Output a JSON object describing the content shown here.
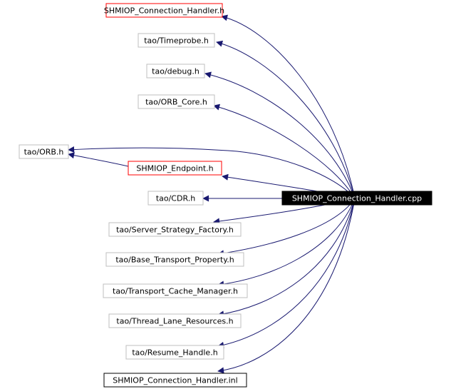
{
  "diagram": {
    "source": "SHMIOP_Connection_Handler.cpp",
    "nodes": [
      {
        "id": "shmiop_connection_handler_h",
        "label": "SHMIOP_Connection_Handler.h",
        "style": "red"
      },
      {
        "id": "tao_timeprobe_h",
        "label": "tao/Timeprobe.h",
        "style": "grey"
      },
      {
        "id": "tao_debug_h",
        "label": "tao/debug.h",
        "style": "grey"
      },
      {
        "id": "tao_orb_core_h",
        "label": "tao/ORB_Core.h",
        "style": "grey"
      },
      {
        "id": "tao_orb_h",
        "label": "tao/ORB.h",
        "style": "grey"
      },
      {
        "id": "shmiop_endpoint_h",
        "label": "SHMIOP_Endpoint.h",
        "style": "red"
      },
      {
        "id": "tao_cdr_h",
        "label": "tao/CDR.h",
        "style": "grey"
      },
      {
        "id": "source",
        "label": "SHMIOP_Connection_Handler.cpp",
        "style": "filled"
      },
      {
        "id": "tao_server_strategy_factory_h",
        "label": "tao/Server_Strategy_Factory.h",
        "style": "grey"
      },
      {
        "id": "tao_base_transport_property_h",
        "label": "tao/Base_Transport_Property.h",
        "style": "grey"
      },
      {
        "id": "tao_transport_cache_manager_h",
        "label": "tao/Transport_Cache_Manager.h",
        "style": "grey"
      },
      {
        "id": "tao_thread_lane_resources_h",
        "label": "tao/Thread_Lane_Resources.h",
        "style": "grey"
      },
      {
        "id": "tao_resume_handle_h",
        "label": "tao/Resume_Handle.h",
        "style": "grey"
      },
      {
        "id": "shmiop_connection_handler_inl",
        "label": "SHMIOP_Connection_Handler.inl",
        "style": "black"
      }
    ],
    "edges": [
      {
        "from": "source",
        "to": "shmiop_connection_handler_h"
      },
      {
        "from": "source",
        "to": "tao_timeprobe_h"
      },
      {
        "from": "source",
        "to": "tao_debug_h"
      },
      {
        "from": "source",
        "to": "tao_orb_core_h"
      },
      {
        "from": "source",
        "to": "tao_orb_h"
      },
      {
        "from": "source",
        "to": "shmiop_endpoint_h"
      },
      {
        "from": "shmiop_endpoint_h",
        "to": "tao_orb_h"
      },
      {
        "from": "source",
        "to": "tao_cdr_h"
      },
      {
        "from": "source",
        "to": "tao_server_strategy_factory_h"
      },
      {
        "from": "source",
        "to": "tao_base_transport_property_h"
      },
      {
        "from": "source",
        "to": "tao_transport_cache_manager_h"
      },
      {
        "from": "source",
        "to": "tao_thread_lane_resources_h"
      },
      {
        "from": "source",
        "to": "tao_resume_handle_h"
      },
      {
        "from": "source",
        "to": "shmiop_connection_handler_inl"
      }
    ],
    "colors": {
      "edge": "#191970",
      "red_border": "#ff0000",
      "grey_border": "#bfbfbf",
      "black_border": "#000000",
      "filled_bg": "#000000",
      "filled_text": "#ffffff",
      "text": "#000000"
    }
  }
}
